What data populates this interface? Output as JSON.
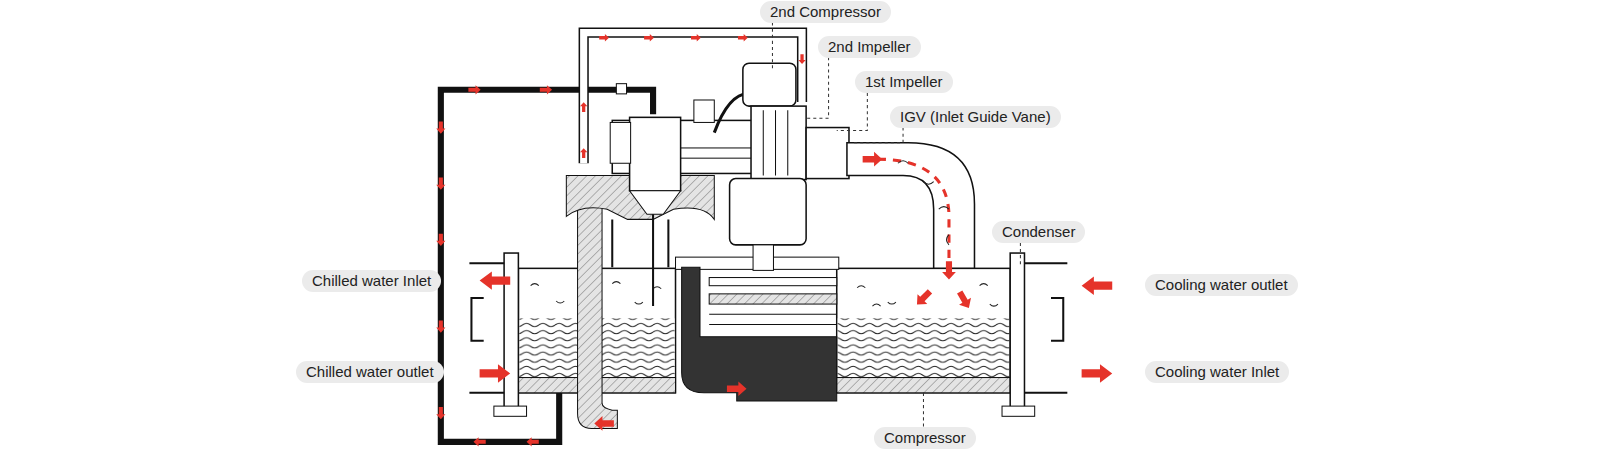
{
  "diagram": {
    "labels": [
      "2nd Compressor",
      "2nd Impeller",
      "1st Impeller",
      "IGV (Inlet Guide Vane)",
      "Condenser",
      "Chilled water Inlet",
      "Cooling water outlet",
      "Chilled water outlet",
      "Cooling water Inlet",
      "Compressor"
    ]
  }
}
